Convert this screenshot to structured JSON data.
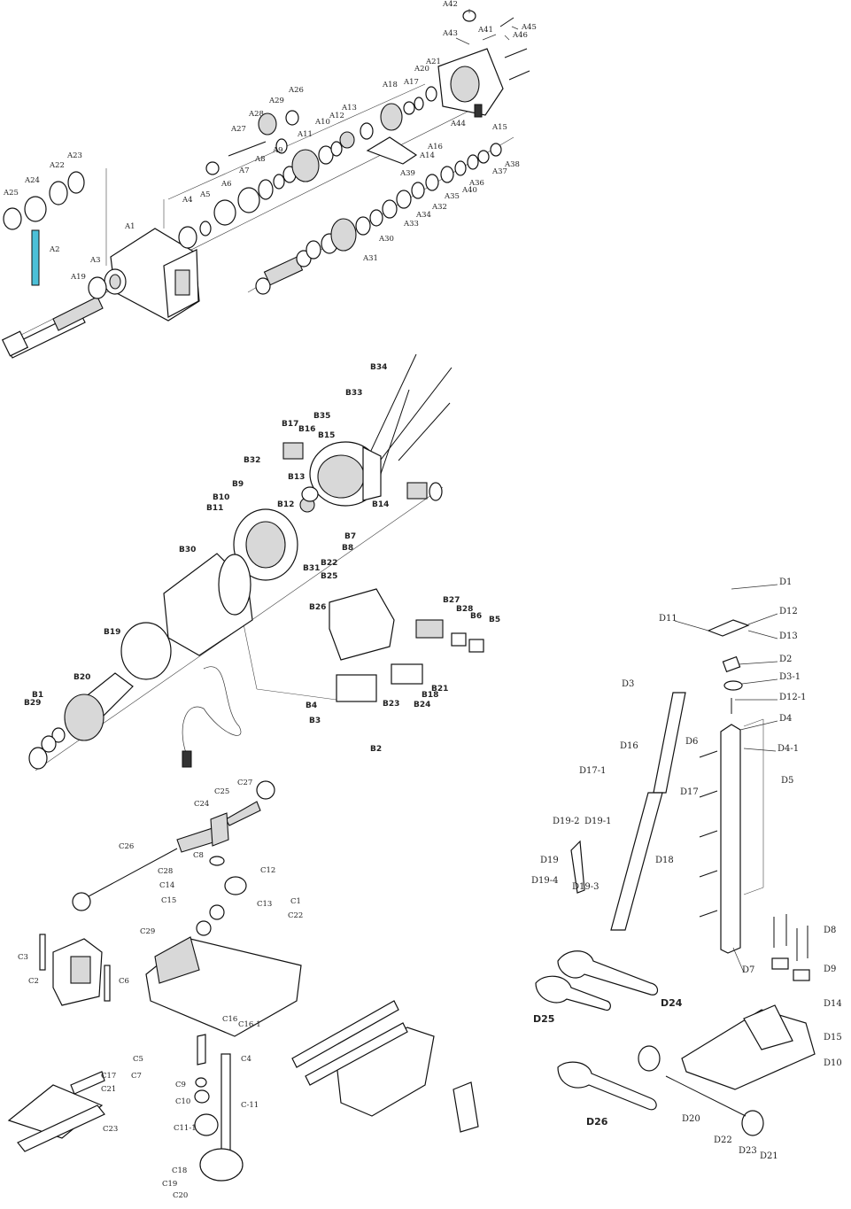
{
  "groups": {
    "a": [
      "A42",
      "A41",
      "A45",
      "A46",
      "A43",
      "A21",
      "A20",
      "A17",
      "A18",
      "A26",
      "A13",
      "A12",
      "A10",
      "A29",
      "A28",
      "A27",
      "A11",
      "A9",
      "A8",
      "A7",
      "A6",
      "A5",
      "A4",
      "A1",
      "A22",
      "A23",
      "A24",
      "A25",
      "A2",
      "A3",
      "A19",
      "A44",
      "A15",
      "A16",
      "A14",
      "A39",
      "A38",
      "A37",
      "A36",
      "A40",
      "A35",
      "A32",
      "A34",
      "A33",
      "A30",
      "A31"
    ],
    "b": [
      "B34",
      "B33",
      "B35",
      "B17",
      "B16",
      "B15",
      "B32",
      "B13",
      "B12",
      "B14",
      "B9",
      "B10",
      "B11",
      "B7",
      "B8",
      "B30",
      "B31",
      "B22",
      "B25",
      "B26",
      "B27",
      "B28",
      "B6",
      "B5",
      "B19",
      "B20",
      "B21",
      "B18",
      "B24",
      "B23",
      "B4",
      "B3",
      "B2",
      "B1",
      "B29"
    ],
    "c": [
      "C27",
      "C25",
      "C24",
      "C26",
      "C28",
      "C8",
      "C12",
      "C14",
      "C15",
      "C13",
      "C1",
      "C22",
      "C29",
      "C3",
      "C2",
      "C6",
      "C16-1",
      "C16",
      "C4",
      "C5",
      "C7",
      "C9",
      "C10",
      "C11-1",
      "C-11",
      "C18",
      "C19",
      "C20",
      "C17",
      "C21",
      "C23"
    ],
    "d": [
      "D1",
      "D11",
      "D12",
      "D13",
      "D2",
      "D3-1",
      "D3",
      "D12-1",
      "D4",
      "D4-1",
      "D6",
      "D16",
      "D5",
      "D17-1",
      "D17",
      "D19-2",
      "D19-1",
      "D18",
      "D19",
      "D19-4",
      "D19-3",
      "D8",
      "D7",
      "D9",
      "D25",
      "D24",
      "D14",
      "D15",
      "D10",
      "D20",
      "D22",
      "D23",
      "D21",
      "D26"
    ]
  }
}
